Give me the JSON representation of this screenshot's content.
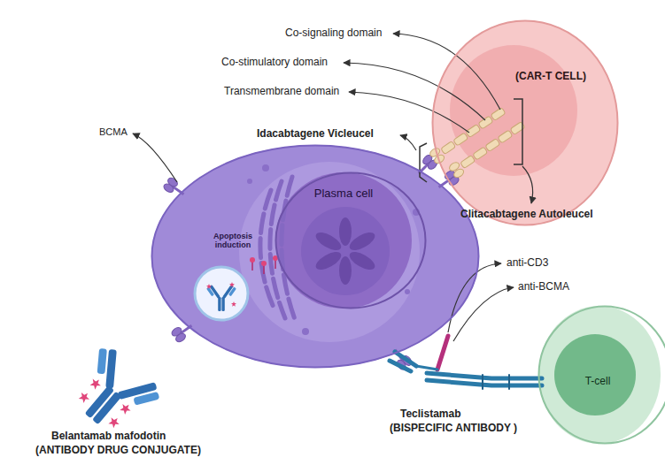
{
  "diagram": {
    "nodes": [
      {
        "text": [
          "Apoptosis induction"
        ]
      },
      {
        "text": [
          "Plasma cell"
        ],
        "in": 0
      },
      {
        "text": [
          "(CAR-T CELL)"
        ]
      },
      {
        "text": [
          "T-cell"
        ]
      }
    ],
    "labels": [
      "BCMA",
      "Co-signaling domain",
      "Co-stimulatory domain",
      "Transmembrane domain",
      "Idacabtagene Vicleucel",
      "Clitacabtagene Autoleucel",
      "anti-CD3",
      "anti-BCMA",
      "Teclistamab",
      "(BISPECIFIC ANTIBODY )",
      "Belantamab mafodotin",
      "(ANTIBODY DRUG CONJUGATE)"
    ]
  }
}
